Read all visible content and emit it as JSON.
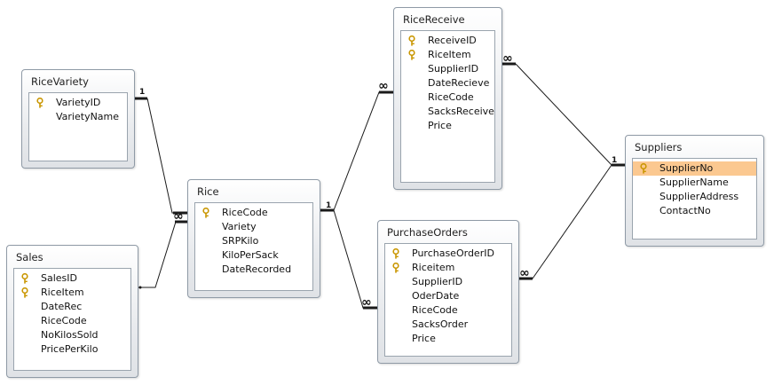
{
  "tables": [
    {
      "title": "RiceVariety",
      "fields": [
        {
          "name": "VarietyID",
          "key": true
        },
        {
          "name": "VarietyName",
          "key": false
        }
      ]
    },
    {
      "title": "Sales",
      "fields": [
        {
          "name": "SalesID",
          "key": true
        },
        {
          "name": "RiceItem",
          "key": true
        },
        {
          "name": "DateRec",
          "key": false
        },
        {
          "name": "RiceCode",
          "key": false
        },
        {
          "name": "NoKilosSold",
          "key": false
        },
        {
          "name": "PricePerKilo",
          "key": false
        }
      ]
    },
    {
      "title": "Rice",
      "fields": [
        {
          "name": "RiceCode",
          "key": true
        },
        {
          "name": "Variety",
          "key": false
        },
        {
          "name": "SRPKilo",
          "key": false
        },
        {
          "name": "KiloPerSack",
          "key": false
        },
        {
          "name": "DateRecorded",
          "key": false
        }
      ]
    },
    {
      "title": "RiceReceive",
      "fields": [
        {
          "name": "ReceiveID",
          "key": true
        },
        {
          "name": "RiceItem",
          "key": true
        },
        {
          "name": "SupplierID",
          "key": false
        },
        {
          "name": "DateRecieve",
          "key": false
        },
        {
          "name": "RiceCode",
          "key": false
        },
        {
          "name": "SacksReceive",
          "key": false
        },
        {
          "name": "Price",
          "key": false
        }
      ]
    },
    {
      "title": "PurchaseOrders",
      "fields": [
        {
          "name": "PurchaseOrderID",
          "key": true
        },
        {
          "name": "Riceitem",
          "key": true
        },
        {
          "name": "SupplierID",
          "key": false
        },
        {
          "name": "OderDate",
          "key": false
        },
        {
          "name": "RiceCode",
          "key": false
        },
        {
          "name": "SacksOrder",
          "key": false
        },
        {
          "name": "Price",
          "key": false
        }
      ]
    },
    {
      "title": "Suppliers",
      "fields": [
        {
          "name": "SupplierNo",
          "key": true,
          "selected": true
        },
        {
          "name": "SupplierName",
          "key": false
        },
        {
          "name": "SupplierAddress",
          "key": false
        },
        {
          "name": "ContactNo",
          "key": false
        }
      ]
    }
  ],
  "relationship_labels": {
    "one": "1",
    "many": "∞"
  },
  "colors": {
    "selected_field": "#fbc890",
    "key_icon": "#d9a400"
  }
}
